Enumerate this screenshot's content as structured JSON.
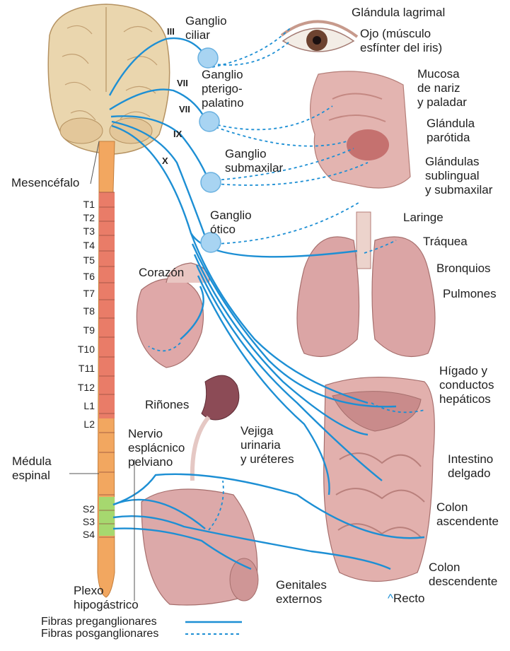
{
  "nerves": [
    "III",
    "VII",
    "VII",
    "IX",
    "X"
  ],
  "ganglia": [
    {
      "name": "Ganglio ciliar",
      "lines": [
        "Ganglio",
        "ciliar"
      ]
    },
    {
      "name": "Ganglio pterigopalatino",
      "lines": [
        "Ganglio",
        "pterigo-",
        "palatino"
      ]
    },
    {
      "name": "Ganglio submaxilar",
      "lines": [
        "Ganglio",
        "submaxilar"
      ]
    },
    {
      "name": "Ganglio ótico",
      "lines": [
        "Ganglio",
        "ótico"
      ]
    }
  ],
  "organs": {
    "lacrimal": [
      "Glándula lagrimal"
    ],
    "eye": [
      "Ojo (músculo",
      "esfínter del iris)"
    ],
    "nasal": [
      "Mucosa",
      "de nariz",
      "y paladar"
    ],
    "parotid": [
      "Glándula",
      "parótida"
    ],
    "sublingual": [
      "Glándulas",
      "sublingual",
      "y submaxilar"
    ],
    "larynx": [
      "Laringe"
    ],
    "trachea": [
      "Tráquea"
    ],
    "bronchi": [
      "Bronquios"
    ],
    "lungs": [
      "Pulmones"
    ],
    "heart": [
      "Corazón"
    ],
    "liver": [
      "Hígado y",
      "conductos",
      "hepáticos"
    ],
    "kidneys": [
      "Riñones"
    ],
    "bladder": [
      "Vejiga",
      "urinaria",
      "y uréteres"
    ],
    "small_intestine": [
      "Intestino",
      "delgado"
    ],
    "ascending_colon": [
      "Colon",
      "ascendente"
    ],
    "descending_colon": [
      "Colon",
      "descendente"
    ],
    "rectum": [
      "Recto"
    ],
    "genitals": [
      "Genitales",
      "externos"
    ]
  },
  "structures": {
    "midbrain": "Mesencéfalo",
    "spinal_cord": [
      "Médula",
      "espinal"
    ],
    "pelvic_nerve": [
      "Nervio",
      "esplácnico",
      "pelviano"
    ],
    "hypogastric": [
      "Plexo",
      "hipogástrico"
    ]
  },
  "segments": {
    "thoracic_lumbar": [
      "T1",
      "T2",
      "T3",
      "T4",
      "T5",
      "T6",
      "T7",
      "T8",
      "T9",
      "T10",
      "T11",
      "T12",
      "L1",
      "L2"
    ],
    "sacral": [
      "S2",
      "S3",
      "S4"
    ]
  },
  "legend": {
    "preganglionic": "Fibras preganglionares",
    "postganglionic": "Fibras posganglionares"
  },
  "colors": {
    "fiber": "#1d8fd4",
    "ganglion": "#a8d4f2",
    "brain": "#e8cfa0",
    "cord_orange": "#f1a35d",
    "cord_red": "#e5766a",
    "sacral_green": "#9bd36a",
    "tissue": "#d9a9a9"
  }
}
